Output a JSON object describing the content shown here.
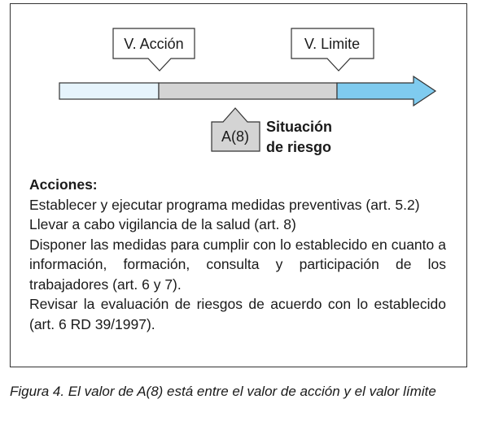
{
  "diagram": {
    "action_value_label": "V. Acción",
    "limit_value_label": "V. Limite",
    "measured_value_label": "A(8)",
    "risk_label_line1": "Situación",
    "risk_label_line2": "de riesgo",
    "colors": {
      "low_zone": "#e6f4fc",
      "middle_zone": "#d4d4d4",
      "high_zone": "#7fcbef",
      "marker_box": "#d4d4d4",
      "outline": "#333333"
    }
  },
  "actions": {
    "heading": "Acciones:",
    "items": [
      "Establecer y ejecutar programa medidas preventivas (art. 5.2)",
      "Llevar a cabo vigilancia de la salud (art. 8)",
      "Disponer las medidas para cumplir con lo establecido en cuanto a información, formación, consulta y participación de los trabajadores (art. 6 y 7).",
      "Revisar la evaluación de riesgos de acuerdo con lo esta­blecido (art. 6 RD 39/1997)."
    ]
  },
  "caption": "Figura 4. El valor de A(8) está entre el valor de acción y el valor límite"
}
